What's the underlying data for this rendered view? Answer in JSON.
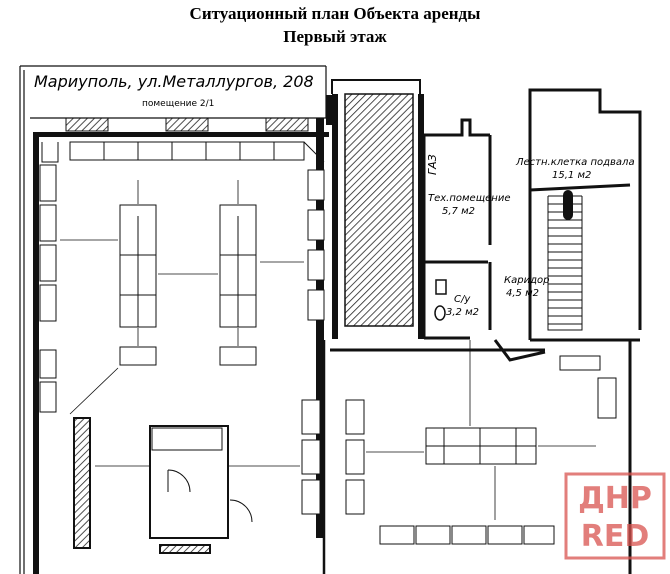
{
  "header": {
    "title": "Ситуационный план Объекта аренды",
    "subtitle": "Первый этаж"
  },
  "plan": {
    "address": "Мариуполь, ул.Металлургов, 208",
    "room_label": "помещение 2/1",
    "rooms": [
      {
        "id": "gas",
        "name": "ГАЗ"
      },
      {
        "id": "stairs",
        "name": "Лестн.клетка подвала",
        "area": "15,1 м2"
      },
      {
        "id": "tech",
        "name": "Тех.помещение",
        "area": "5,7 м2"
      },
      {
        "id": "corridor",
        "name": "Каридор",
        "area": "4,5 м2"
      },
      {
        "id": "wc",
        "name": "С/у",
        "area": "3,2 м2"
      }
    ]
  },
  "watermark": {
    "line1": "ДНР",
    "line2": "RED"
  },
  "colors": {
    "ink": "#111111",
    "hatch": "#333333",
    "watermark": "#d9534f"
  }
}
